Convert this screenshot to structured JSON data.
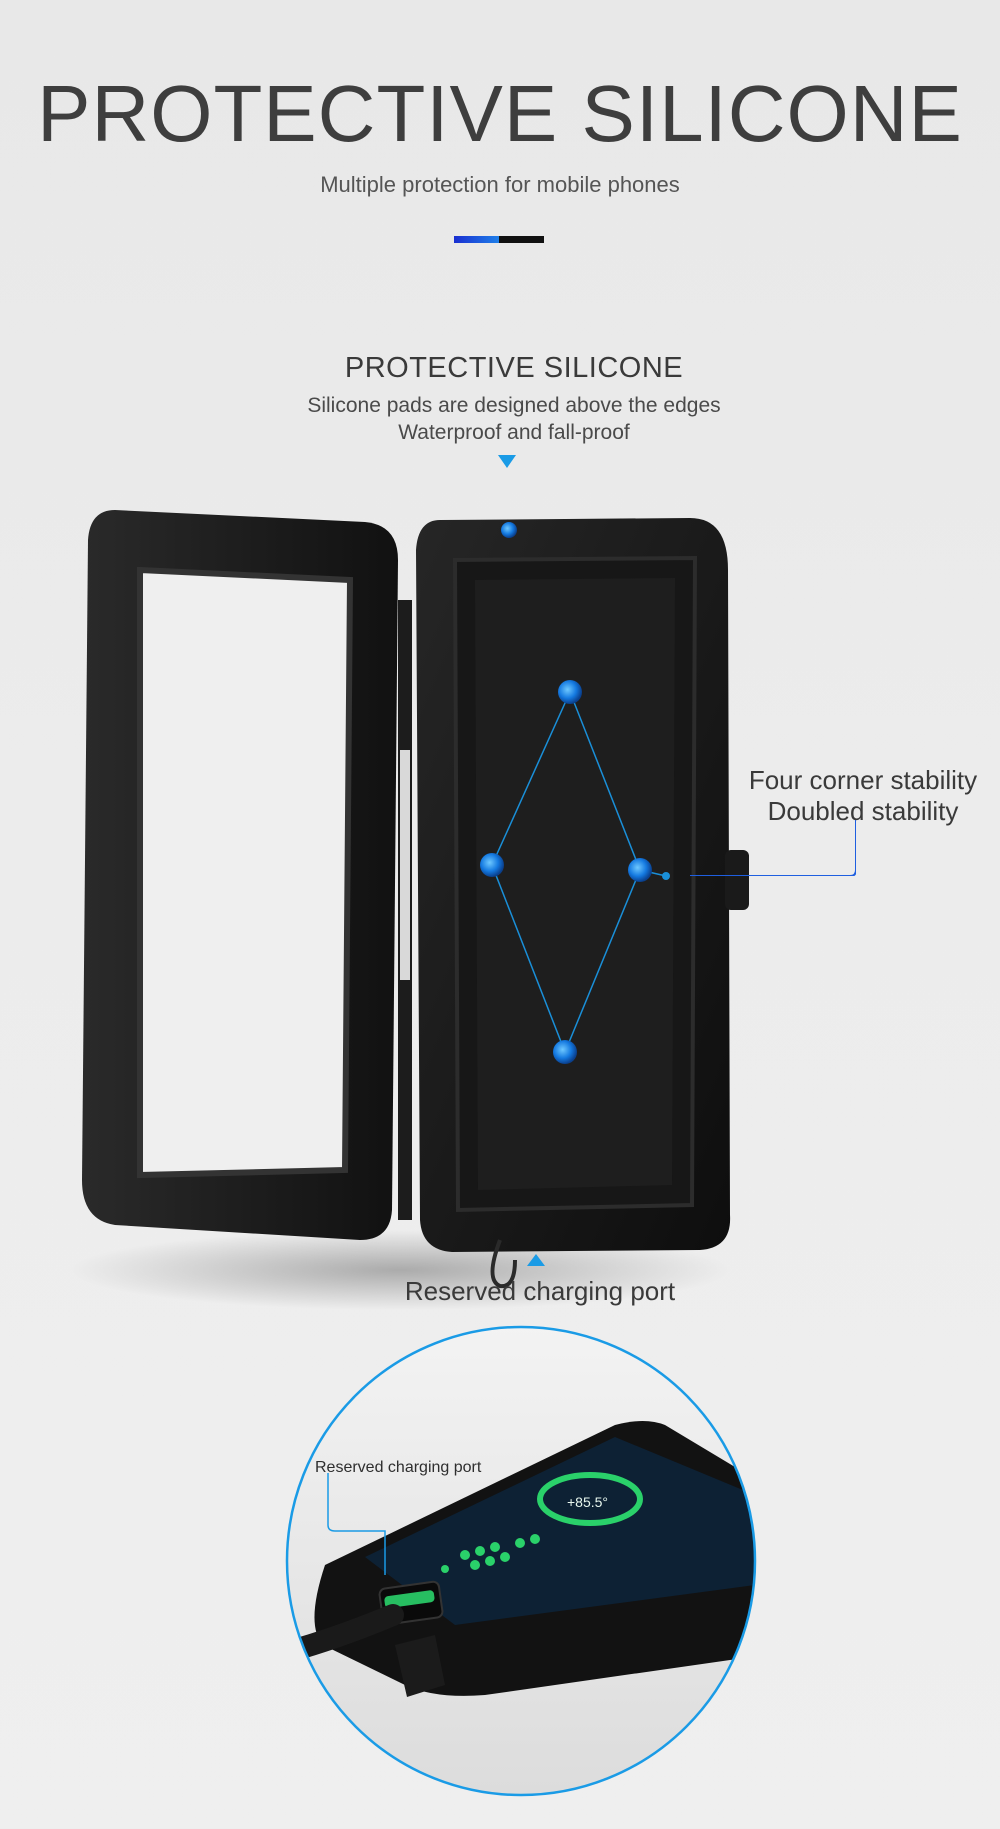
{
  "header": {
    "title": "PROTECTIVE SILICONE",
    "subtitle": "Multiple protection for mobile phones"
  },
  "section": {
    "title": "PROTECTIVE SILICONE",
    "desc_line1": "Silicone pads are designed above the edges",
    "desc_line2": "Waterproof and fall-proof"
  },
  "callouts": {
    "stability_line1": "Four corner stability",
    "stability_line2": "Doubled stability",
    "charging_port": "Reserved charging port",
    "zoom_charging_port": "Reserved charging port"
  },
  "zoom_screen": {
    "reading": "+85.5°"
  },
  "colors": {
    "accent_blue": "#1a9be6",
    "bar_blue": "#1f5fe0",
    "case_black": "#1b1b1b",
    "screen_green": "#2ad16a"
  }
}
